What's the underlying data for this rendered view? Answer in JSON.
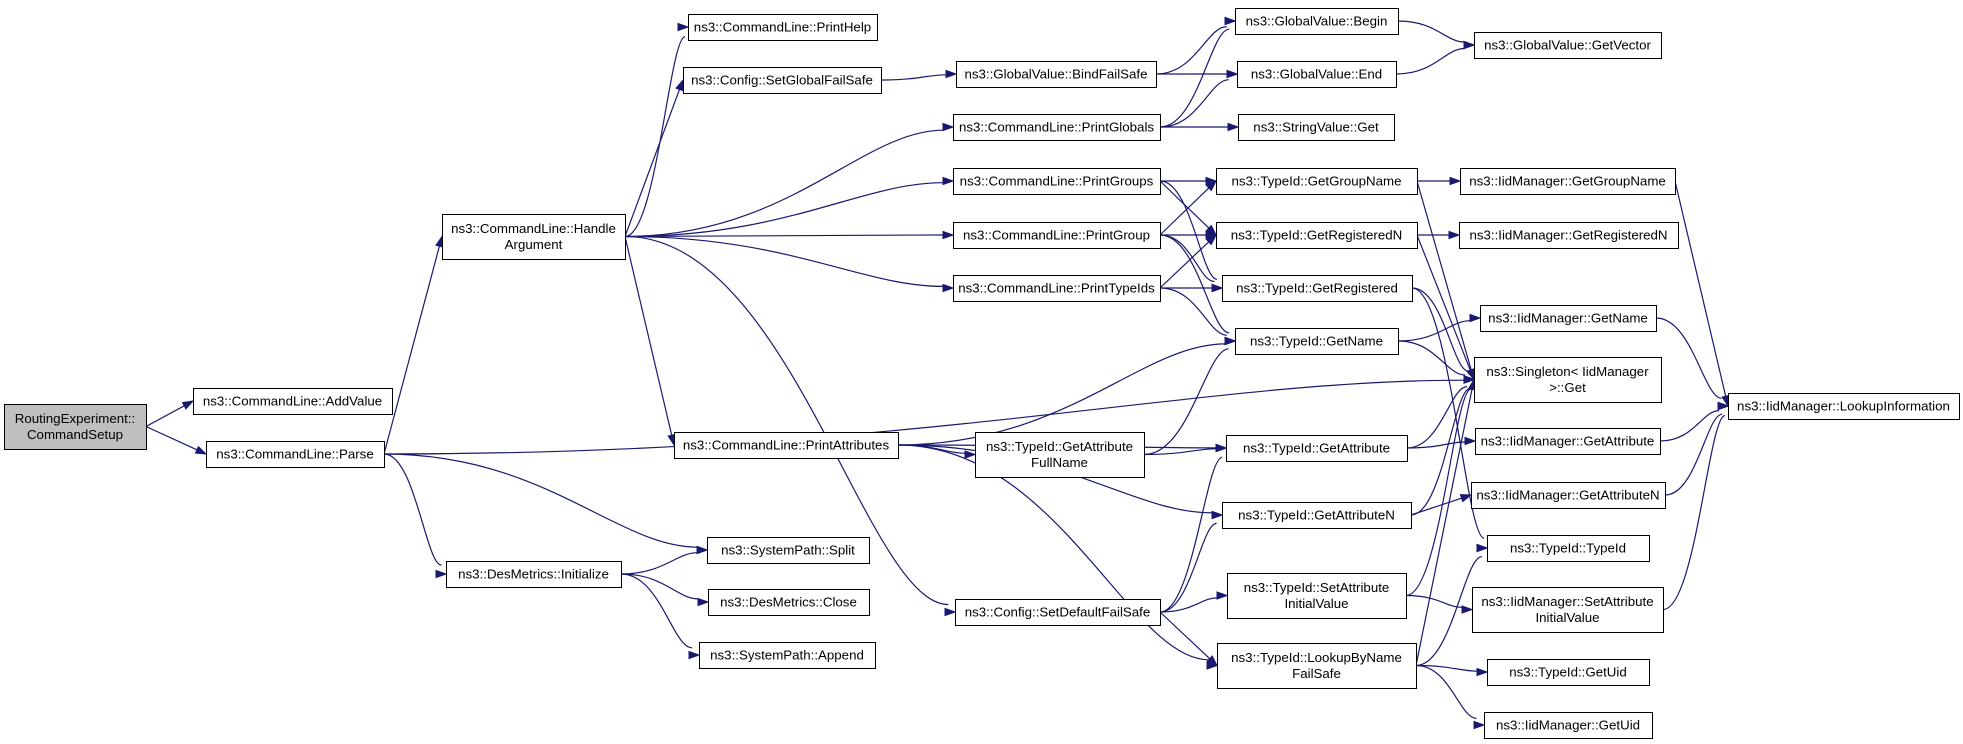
{
  "colors": {
    "edge": "#191970",
    "node_fill": "#ffffff",
    "node_border": "#000000",
    "root_fill": "#bfbfbf"
  },
  "nodes": {
    "routing_experiment_command_setup": [
      "RoutingExperiment::",
      "CommandSetup"
    ],
    "commandline_addvalue": [
      "ns3::CommandLine::AddValue"
    ],
    "commandline_parse": [
      "ns3::CommandLine::Parse"
    ],
    "commandline_handle_argument": [
      "ns3::CommandLine::Handle",
      "Argument"
    ],
    "desmetrics_initialize": [
      "ns3::DesMetrics::Initialize"
    ],
    "commandline_printhelp": [
      "ns3::CommandLine::PrintHelp"
    ],
    "config_setglobalfailsafe": [
      "ns3::Config::SetGlobalFailSafe"
    ],
    "commandline_printattributes": [
      "ns3::CommandLine::PrintAttributes"
    ],
    "systempath_split": [
      "ns3::SystemPath::Split"
    ],
    "desmetrics_close": [
      "ns3::DesMetrics::Close"
    ],
    "systempath_append": [
      "ns3::SystemPath::Append"
    ],
    "globalvalue_bindfailsafe": [
      "ns3::GlobalValue::BindFailSafe"
    ],
    "commandline_printglobals": [
      "ns3::CommandLine::PrintGlobals"
    ],
    "commandline_printgroups": [
      "ns3::CommandLine::PrintGroups"
    ],
    "commandline_printgroup": [
      "ns3::CommandLine::PrintGroup"
    ],
    "commandline_printtypeids": [
      "ns3::CommandLine::PrintTypeIds"
    ],
    "typeid_getattribute_fullname": [
      "ns3::TypeId::GetAttribute",
      "FullName"
    ],
    "config_setdefaultfailsafe": [
      "ns3::Config::SetDefaultFailSafe"
    ],
    "globalvalue_begin": [
      "ns3::GlobalValue::Begin"
    ],
    "globalvalue_end": [
      "ns3::GlobalValue::End"
    ],
    "stringvalue_get": [
      "ns3::StringValue::Get"
    ],
    "typeid_getgroupname": [
      "ns3::TypeId::GetGroupName"
    ],
    "typeid_getregisteredn": [
      "ns3::TypeId::GetRegisteredN"
    ],
    "typeid_getregistered": [
      "ns3::TypeId::GetRegistered"
    ],
    "typeid_getname": [
      "ns3::TypeId::GetName"
    ],
    "typeid_getattribute": [
      "ns3::TypeId::GetAttribute"
    ],
    "typeid_getattributen": [
      "ns3::TypeId::GetAttributeN"
    ],
    "typeid_setattribute_initialvalue": [
      "ns3::TypeId::SetAttribute",
      "InitialValue"
    ],
    "typeid_lookupbyname_failsafe": [
      "ns3::TypeId::LookupByName",
      "FailSafe"
    ],
    "globalvalue_getvector": [
      "ns3::GlobalValue::GetVector"
    ],
    "iidmanager_getgroupname": [
      "ns3::IidManager::GetGroupName"
    ],
    "iidmanager_getregisteredn": [
      "ns3::IidManager::GetRegisteredN"
    ],
    "iidmanager_getname": [
      "ns3::IidManager::GetName"
    ],
    "singleton_iidmanager_get": [
      "ns3::Singleton< IidManager",
      ">::Get"
    ],
    "iidmanager_getattribute": [
      "ns3::IidManager::GetAttribute"
    ],
    "iidmanager_getattributen": [
      "ns3::IidManager::GetAttributeN"
    ],
    "typeid_typeid": [
      "ns3::TypeId::TypeId"
    ],
    "iidmanager_setattribute_initialvalue": [
      "ns3::IidManager::SetAttribute",
      "InitialValue"
    ],
    "typeid_getuid": [
      "ns3::TypeId::GetUid"
    ],
    "iidmanager_getuid": [
      "ns3::IidManager::GetUid"
    ],
    "iidmanager_lookupinformation": [
      "ns3::IidManager::LookupInformation"
    ]
  },
  "edges": [
    [
      "routing_experiment_command_setup",
      "commandline_addvalue"
    ],
    [
      "routing_experiment_command_setup",
      "commandline_parse"
    ],
    [
      "commandline_parse",
      "commandline_handle_argument"
    ],
    [
      "commandline_parse",
      "desmetrics_initialize"
    ],
    [
      "commandline_parse",
      "systempath_split"
    ],
    [
      "commandline_parse",
      "singleton_iidmanager_get"
    ],
    [
      "commandline_handle_argument",
      "commandline_printhelp"
    ],
    [
      "commandline_handle_argument",
      "config_setglobalfailsafe"
    ],
    [
      "commandline_handle_argument",
      "commandline_printglobals"
    ],
    [
      "commandline_handle_argument",
      "commandline_printgroups"
    ],
    [
      "commandline_handle_argument",
      "commandline_printgroup"
    ],
    [
      "commandline_handle_argument",
      "commandline_printtypeids"
    ],
    [
      "commandline_handle_argument",
      "commandline_printattributes"
    ],
    [
      "commandline_handle_argument",
      "config_setdefaultfailsafe"
    ],
    [
      "desmetrics_initialize",
      "systempath_split"
    ],
    [
      "desmetrics_initialize",
      "desmetrics_close"
    ],
    [
      "desmetrics_initialize",
      "systempath_append"
    ],
    [
      "config_setglobalfailsafe",
      "globalvalue_bindfailsafe"
    ],
    [
      "globalvalue_bindfailsafe",
      "globalvalue_begin"
    ],
    [
      "globalvalue_bindfailsafe",
      "globalvalue_end"
    ],
    [
      "commandline_printglobals",
      "globalvalue_begin"
    ],
    [
      "commandline_printglobals",
      "globalvalue_end"
    ],
    [
      "commandline_printglobals",
      "stringvalue_get"
    ],
    [
      "globalvalue_begin",
      "globalvalue_getvector"
    ],
    [
      "globalvalue_end",
      "globalvalue_getvector"
    ],
    [
      "commandline_printgroups",
      "typeid_getgroupname"
    ],
    [
      "commandline_printgroups",
      "typeid_getregisteredn"
    ],
    [
      "commandline_printgroups",
      "typeid_getregistered"
    ],
    [
      "commandline_printgroup",
      "typeid_getregisteredn"
    ],
    [
      "commandline_printgroup",
      "typeid_getregistered"
    ],
    [
      "commandline_printgroup",
      "typeid_getgroupname"
    ],
    [
      "commandline_printgroup",
      "typeid_getname"
    ],
    [
      "commandline_printtypeids",
      "typeid_getregisteredn"
    ],
    [
      "commandline_printtypeids",
      "typeid_getregistered"
    ],
    [
      "commandline_printtypeids",
      "typeid_getname"
    ],
    [
      "typeid_getgroupname",
      "iidmanager_getgroupname"
    ],
    [
      "typeid_getgroupname",
      "singleton_iidmanager_get"
    ],
    [
      "typeid_getregisteredn",
      "iidmanager_getregisteredn"
    ],
    [
      "typeid_getregisteredn",
      "singleton_iidmanager_get"
    ],
    [
      "typeid_getregistered",
      "singleton_iidmanager_get"
    ],
    [
      "typeid_getregistered",
      "typeid_typeid"
    ],
    [
      "typeid_getname",
      "iidmanager_getname"
    ],
    [
      "typeid_getname",
      "singleton_iidmanager_get"
    ],
    [
      "commandline_printattributes",
      "typeid_getname"
    ],
    [
      "commandline_printattributes",
      "typeid_getattribute_fullname"
    ],
    [
      "commandline_printattributes",
      "typeid_getattribute"
    ],
    [
      "commandline_printattributes",
      "typeid_getattributen"
    ],
    [
      "commandline_printattributes",
      "typeid_lookupbyname_failsafe"
    ],
    [
      "typeid_getattribute_fullname",
      "typeid_getname"
    ],
    [
      "typeid_getattribute_fullname",
      "typeid_getattribute"
    ],
    [
      "typeid_getattribute",
      "iidmanager_getattribute"
    ],
    [
      "typeid_getattribute",
      "singleton_iidmanager_get"
    ],
    [
      "typeid_getattributen",
      "iidmanager_getattributen"
    ],
    [
      "typeid_getattributen",
      "singleton_iidmanager_get"
    ],
    [
      "config_setdefaultfailsafe",
      "typeid_getattribute"
    ],
    [
      "config_setdefaultfailsafe",
      "typeid_getattributen"
    ],
    [
      "config_setdefaultfailsafe",
      "typeid_setattribute_initialvalue"
    ],
    [
      "config_setdefaultfailsafe",
      "typeid_lookupbyname_failsafe"
    ],
    [
      "typeid_setattribute_initialvalue",
      "iidmanager_setattribute_initialvalue"
    ],
    [
      "typeid_setattribute_initialvalue",
      "singleton_iidmanager_get"
    ],
    [
      "typeid_lookupbyname_failsafe",
      "singleton_iidmanager_get"
    ],
    [
      "typeid_lookupbyname_failsafe",
      "typeid_typeid"
    ],
    [
      "typeid_lookupbyname_failsafe",
      "typeid_getuid"
    ],
    [
      "typeid_lookupbyname_failsafe",
      "iidmanager_getuid"
    ],
    [
      "iidmanager_getgroupname",
      "iidmanager_lookupinformation"
    ],
    [
      "iidmanager_getname",
      "iidmanager_lookupinformation"
    ],
    [
      "iidmanager_getattribute",
      "iidmanager_lookupinformation"
    ],
    [
      "iidmanager_getattributen",
      "iidmanager_lookupinformation"
    ],
    [
      "iidmanager_setattribute_initialvalue",
      "iidmanager_lookupinformation"
    ]
  ]
}
